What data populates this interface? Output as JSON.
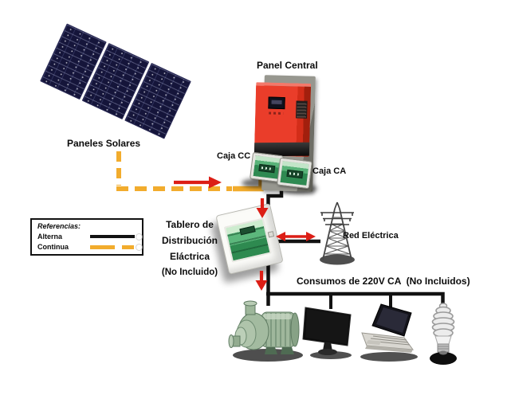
{
  "diagram": {
    "labels": {
      "panel_central": "Panel Central",
      "paneles_solares": "Paneles Solares",
      "caja_cc": "Caja CC",
      "caja_ca": "Caja CA",
      "red_electrica": "Red Eléctrica",
      "consumos": "Consumos de 220V CA  (No Incluidos)",
      "tablero": {
        "line1": "Tablero de",
        "line2": "Distribución",
        "line3": "Eláctrica",
        "line4": "(No Incluido)"
      }
    },
    "legend": {
      "title": "Referencias:",
      "items": [
        {
          "label": "Alterna",
          "line_style": "solid",
          "color": "#121212"
        },
        {
          "label": "Continua",
          "line_style": "dashed",
          "color": "#F2AC2D"
        }
      ]
    },
    "colors": {
      "dc_line_yellow": "#F2AC2D",
      "ac_line_black": "#121212",
      "flow_arrow_red": "#DC1E16",
      "inverter_red": "#EA3D2A",
      "breaker_green": "#3F9E63",
      "pump_green": "#9FB79C",
      "solar_panel_navy": "#15153A"
    },
    "components": [
      {
        "icon": "solar-panels-icon",
        "label_ref": "paneles_solares"
      },
      {
        "icon": "inverter-icon",
        "label_ref": "panel_central"
      },
      {
        "icon": "dc-breaker-box-icon",
        "label_ref": "caja_cc"
      },
      {
        "icon": "ac-breaker-box-icon",
        "label_ref": "caja_ca"
      },
      {
        "icon": "distribution-board-icon",
        "label_ref": "tablero"
      },
      {
        "icon": "power-tower-icon",
        "label_ref": "red_electrica"
      },
      {
        "icon": "pump-icon",
        "label_ref": "consumos"
      },
      {
        "icon": "tv-icon",
        "label_ref": "consumos"
      },
      {
        "icon": "laptop-icon",
        "label_ref": "consumos"
      },
      {
        "icon": "cfl-bulb-icon",
        "label_ref": "consumos"
      }
    ]
  }
}
